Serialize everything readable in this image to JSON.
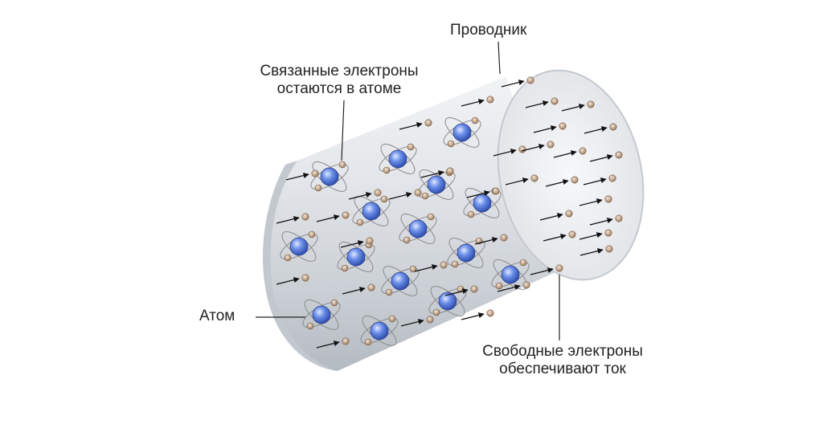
{
  "labels": {
    "conductor": "Проводник",
    "bound_line1": "Связанные электроны",
    "bound_line2": "остаются в атоме",
    "atom": "Атом",
    "free_line1": "Свободные электроны",
    "free_line2": "обеспечивают ток"
  },
  "colors": {
    "nucleus": "#4a6fd6",
    "electron": "#b08a6a",
    "orbit": "#8a8a8a",
    "arrow": "#111111",
    "cylinder_body": "#d9dde2",
    "cylinder_face": "#eef0f3"
  }
}
